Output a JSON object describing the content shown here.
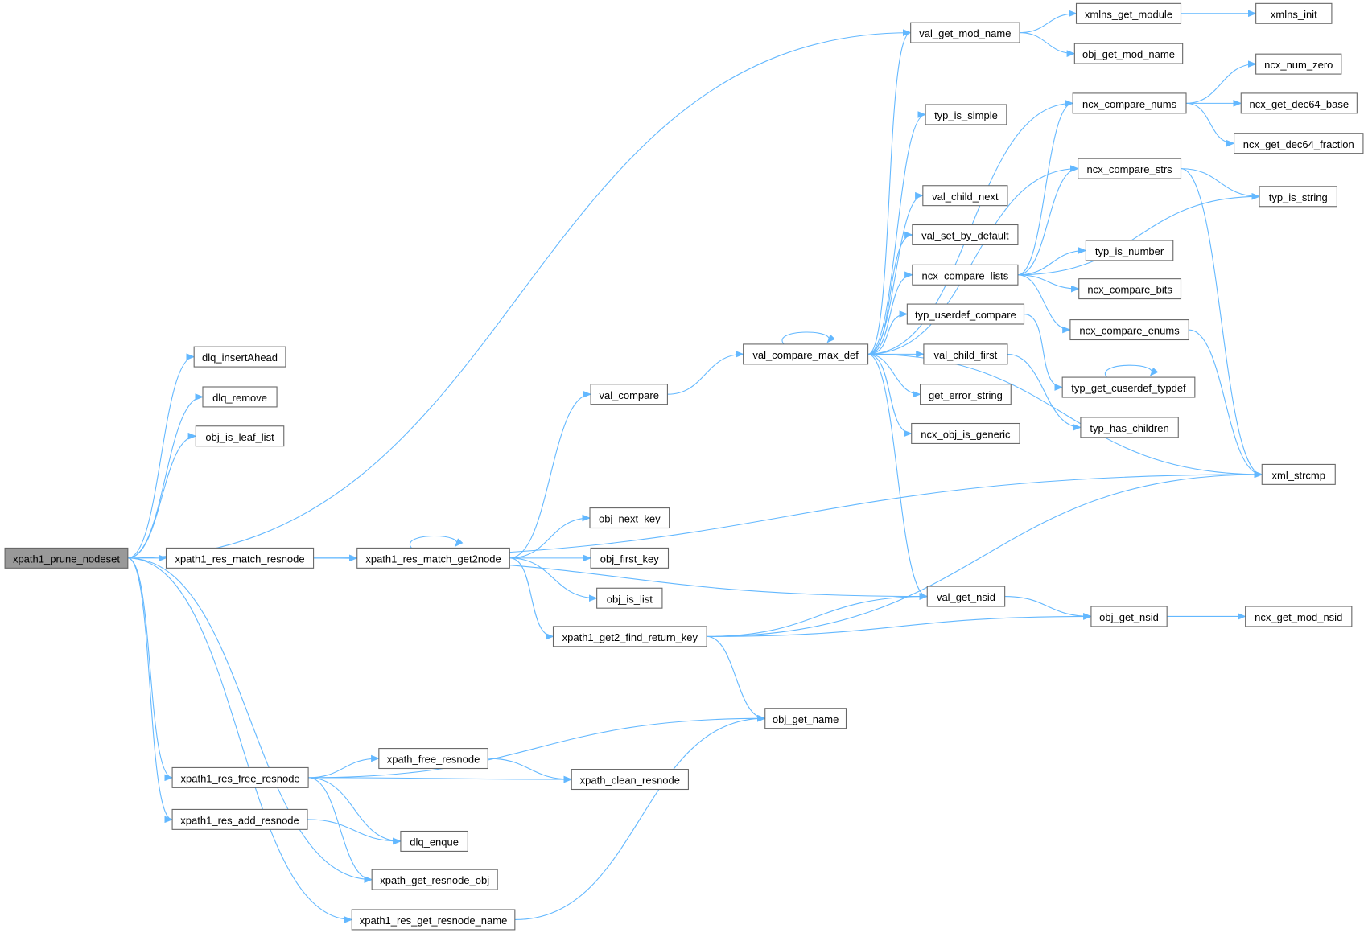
{
  "graph": {
    "root": "xpath1_prune_nodeset",
    "colors": {
      "edge": "#63b8ff",
      "root_fill": "#999999",
      "node_border": "#666666"
    },
    "nodes": {
      "xpath1_prune_nodeset": "xpath1_prune_nodeset",
      "dlq_insertAhead": "dlq_insertAhead",
      "dlq_remove": "dlq_remove",
      "obj_is_leaf_list": "obj_is_leaf_list",
      "xpath1_res_match_resnode": "xpath1_res_match_resnode",
      "xpath1_res_match_get2node": "xpath1_res_match_get2node",
      "val_compare": "val_compare",
      "obj_next_key": "obj_next_key",
      "obj_first_key": "obj_first_key",
      "obj_is_list": "obj_is_list",
      "xpath1_get2_find_return_key": "xpath1_get2_find_return_key",
      "val_compare_max_def": "val_compare_max_def",
      "val_get_mod_name": "val_get_mod_name",
      "xmlns_get_module": "xmlns_get_module",
      "xmlns_init": "xmlns_init",
      "obj_get_mod_name": "obj_get_mod_name",
      "typ_is_simple": "typ_is_simple",
      "ncx_compare_nums": "ncx_compare_nums",
      "ncx_num_zero": "ncx_num_zero",
      "ncx_get_dec64_base": "ncx_get_dec64_base",
      "ncx_get_dec64_fraction": "ncx_get_dec64_fraction",
      "ncx_compare_strs": "ncx_compare_strs",
      "typ_is_string": "typ_is_string",
      "val_child_next": "val_child_next",
      "val_set_by_default": "val_set_by_default",
      "ncx_compare_lists": "ncx_compare_lists",
      "typ_is_number": "typ_is_number",
      "ncx_compare_bits": "ncx_compare_bits",
      "typ_userdef_compare": "typ_userdef_compare",
      "ncx_compare_enums": "ncx_compare_enums",
      "val_child_first": "val_child_first",
      "typ_get_cuserdef_typdef": "typ_get_cuserdef_typdef",
      "get_error_string": "get_error_string",
      "ncx_obj_is_generic": "ncx_obj_is_generic",
      "typ_has_children": "typ_has_children",
      "xml_strcmp": "xml_strcmp",
      "val_get_nsid": "val_get_nsid",
      "obj_get_nsid": "obj_get_nsid",
      "ncx_get_mod_nsid": "ncx_get_mod_nsid",
      "obj_get_name": "obj_get_name",
      "xpath_free_resnode": "xpath_free_resnode",
      "xpath_clean_resnode": "xpath_clean_resnode",
      "xpath1_res_free_resnode": "xpath1_res_free_resnode",
      "xpath1_res_add_resnode": "xpath1_res_add_resnode",
      "dlq_enque": "dlq_enque",
      "xpath_get_resnode_obj": "xpath_get_resnode_obj",
      "xpath1_res_get_resnode_name": "xpath1_res_get_resnode_name"
    },
    "edges": [
      [
        "xpath1_prune_nodeset",
        "dlq_insertAhead"
      ],
      [
        "xpath1_prune_nodeset",
        "dlq_remove"
      ],
      [
        "xpath1_prune_nodeset",
        "obj_is_leaf_list"
      ],
      [
        "xpath1_prune_nodeset",
        "val_get_mod_name"
      ],
      [
        "xpath1_prune_nodeset",
        "xpath1_res_match_resnode"
      ],
      [
        "xpath1_prune_nodeset",
        "xpath1_res_free_resnode"
      ],
      [
        "xpath1_prune_nodeset",
        "xpath1_res_add_resnode"
      ],
      [
        "xpath1_prune_nodeset",
        "xpath_get_resnode_obj"
      ],
      [
        "xpath1_prune_nodeset",
        "xpath1_res_get_resnode_name"
      ],
      [
        "xpath1_res_match_resnode",
        "xpath1_res_match_get2node"
      ],
      [
        "xpath1_res_match_resnode",
        "xml_strcmp"
      ],
      [
        "xpath1_res_match_resnode",
        "val_get_nsid"
      ],
      [
        "xpath1_res_match_get2node",
        "xpath1_res_match_get2node"
      ],
      [
        "xpath1_res_match_get2node",
        "val_compare"
      ],
      [
        "xpath1_res_match_get2node",
        "obj_next_key"
      ],
      [
        "xpath1_res_match_get2node",
        "obj_first_key"
      ],
      [
        "xpath1_res_match_get2node",
        "obj_is_list"
      ],
      [
        "xpath1_res_match_get2node",
        "xpath1_get2_find_return_key"
      ],
      [
        "val_compare",
        "val_compare_max_def"
      ],
      [
        "xpath1_get2_find_return_key",
        "xml_strcmp"
      ],
      [
        "xpath1_get2_find_return_key",
        "val_get_nsid"
      ],
      [
        "xpath1_get2_find_return_key",
        "obj_get_nsid"
      ],
      [
        "xpath1_get2_find_return_key",
        "obj_get_name"
      ],
      [
        "val_compare_max_def",
        "val_compare_max_def"
      ],
      [
        "val_compare_max_def",
        "val_get_mod_name"
      ],
      [
        "val_compare_max_def",
        "ncx_compare_nums"
      ],
      [
        "val_compare_max_def",
        "typ_is_simple"
      ],
      [
        "val_compare_max_def",
        "ncx_compare_strs"
      ],
      [
        "val_compare_max_def",
        "val_child_next"
      ],
      [
        "val_compare_max_def",
        "val_set_by_default"
      ],
      [
        "val_compare_max_def",
        "ncx_compare_lists"
      ],
      [
        "val_compare_max_def",
        "typ_userdef_compare"
      ],
      [
        "val_compare_max_def",
        "val_child_first"
      ],
      [
        "val_compare_max_def",
        "get_error_string"
      ],
      [
        "val_compare_max_def",
        "ncx_obj_is_generic"
      ],
      [
        "val_compare_max_def",
        "xml_strcmp"
      ],
      [
        "val_compare_max_def",
        "val_get_nsid"
      ],
      [
        "val_get_mod_name",
        "xmlns_get_module"
      ],
      [
        "val_get_mod_name",
        "obj_get_mod_name"
      ],
      [
        "xmlns_get_module",
        "xmlns_init"
      ],
      [
        "ncx_compare_nums",
        "ncx_num_zero"
      ],
      [
        "ncx_compare_nums",
        "ncx_get_dec64_base"
      ],
      [
        "ncx_compare_nums",
        "ncx_get_dec64_fraction"
      ],
      [
        "ncx_compare_strs",
        "typ_is_string"
      ],
      [
        "ncx_compare_strs",
        "xml_strcmp"
      ],
      [
        "ncx_compare_lists",
        "ncx_compare_nums"
      ],
      [
        "ncx_compare_lists",
        "ncx_compare_strs"
      ],
      [
        "ncx_compare_lists",
        "typ_is_string"
      ],
      [
        "ncx_compare_lists",
        "typ_is_number"
      ],
      [
        "ncx_compare_lists",
        "ncx_compare_bits"
      ],
      [
        "ncx_compare_lists",
        "ncx_compare_enums"
      ],
      [
        "ncx_compare_enums",
        "xml_strcmp"
      ],
      [
        "typ_userdef_compare",
        "typ_get_cuserdef_typdef"
      ],
      [
        "typ_get_cuserdef_typdef",
        "typ_get_cuserdef_typdef"
      ],
      [
        "val_child_first",
        "typ_has_children"
      ],
      [
        "val_get_nsid",
        "obj_get_nsid"
      ],
      [
        "obj_get_nsid",
        "ncx_get_mod_nsid"
      ],
      [
        "xpath1_res_free_resnode",
        "obj_get_name"
      ],
      [
        "xpath1_res_free_resnode",
        "xpath_free_resnode"
      ],
      [
        "xpath1_res_free_resnode",
        "xpath_clean_resnode"
      ],
      [
        "xpath1_res_free_resnode",
        "dlq_enque"
      ],
      [
        "xpath1_res_free_resnode",
        "xpath_get_resnode_obj"
      ],
      [
        "xpath_free_resnode",
        "xpath_clean_resnode"
      ],
      [
        "xpath1_res_add_resnode",
        "dlq_enque"
      ],
      [
        "xpath1_res_get_resnode_name",
        "obj_get_name"
      ]
    ]
  }
}
